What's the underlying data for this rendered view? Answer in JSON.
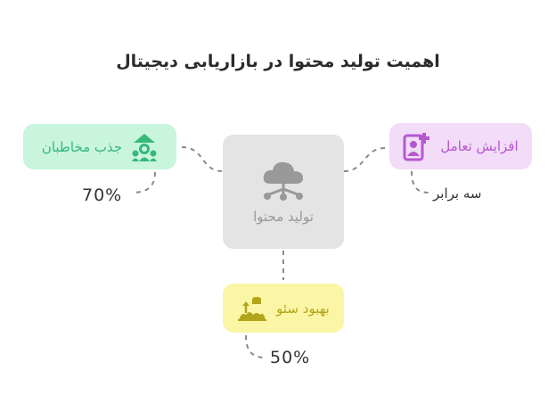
{
  "title": "اهمیت تولید محتوا در بازاریابی دیجیتال",
  "center": {
    "label": "تولید محتوا",
    "icon": "cloud-network-icon",
    "color": "#e4e4e4"
  },
  "nodes": {
    "audience": {
      "label": "جذب مخاطبان",
      "stat": "70%",
      "icon": "audience-icon",
      "color": "#c9f5dd",
      "accent": "#36b87a"
    },
    "engagement": {
      "label": "افزایش تعامل",
      "stat": "سه برابر",
      "icon": "add-user-icon",
      "color": "#f2dcf8",
      "accent": "#b558cf"
    },
    "seo": {
      "label": "بهبود سئو",
      "stat": "50%",
      "icon": "seo-growth-icon",
      "color": "#fbf6a6",
      "accent": "#b3a51b"
    }
  }
}
